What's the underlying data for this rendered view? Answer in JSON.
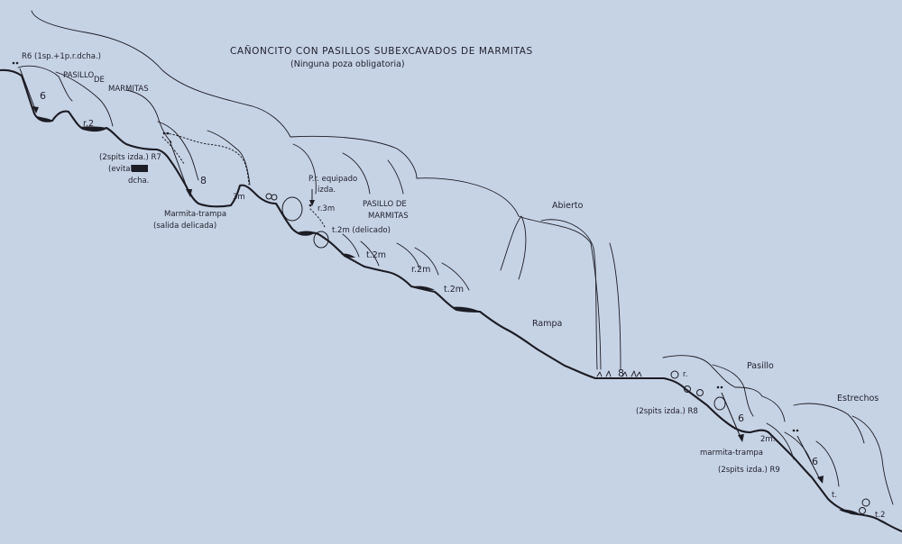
{
  "title": {
    "line1": "CAÑONCITO CON PASILLOS SUBEXCAVADOS DE MARMITAS",
    "line2": "(Ninguna poza obligatoria)"
  },
  "labels": {
    "r6": "R6 (1sp.+1p.r.dcha.)",
    "pasillo1_a": "PASILLO",
    "pasillo1_b": "DE",
    "pasillo1_c": "MARMITAS",
    "six_a": "6",
    "r2_a": "r.2",
    "r7_a": "(2spits izda.) R7",
    "r7_b": "(evitable",
    "r7_c": "dcha.",
    "eight_a": "8",
    "marmita1_a": "Marmita-trampa",
    "marmita1_b": "(salida delicada)",
    "three_m": "3m",
    "pr_a": "P.r. equipado",
    "pr_b": "izda.",
    "r3m": "r.3m",
    "pasillo2_a": "PASILLO DE",
    "pasillo2_b": "MARMITAS",
    "t2m_delicado": "t.2m (delicado)",
    "t2m_a": "t.2m",
    "r2m": "r.2m",
    "t2m_b": "t.2m",
    "abierto": "Abierto",
    "rampa": "Rampa",
    "eight_b": "8",
    "r_small": "r.",
    "pasillo3": "Pasillo",
    "estrechos": "Estrechos",
    "r8": "(2spits izda.) R8",
    "six_b": "6",
    "two_m": "2m.",
    "marmita2": "marmita-trampa",
    "r9": "(2spits izda.) R9",
    "six_c": "6",
    "t_dot": "t.",
    "t2_end": "t.2"
  },
  "colors": {
    "paper": "#c6d3e4",
    "ink": "#1c1c24"
  }
}
